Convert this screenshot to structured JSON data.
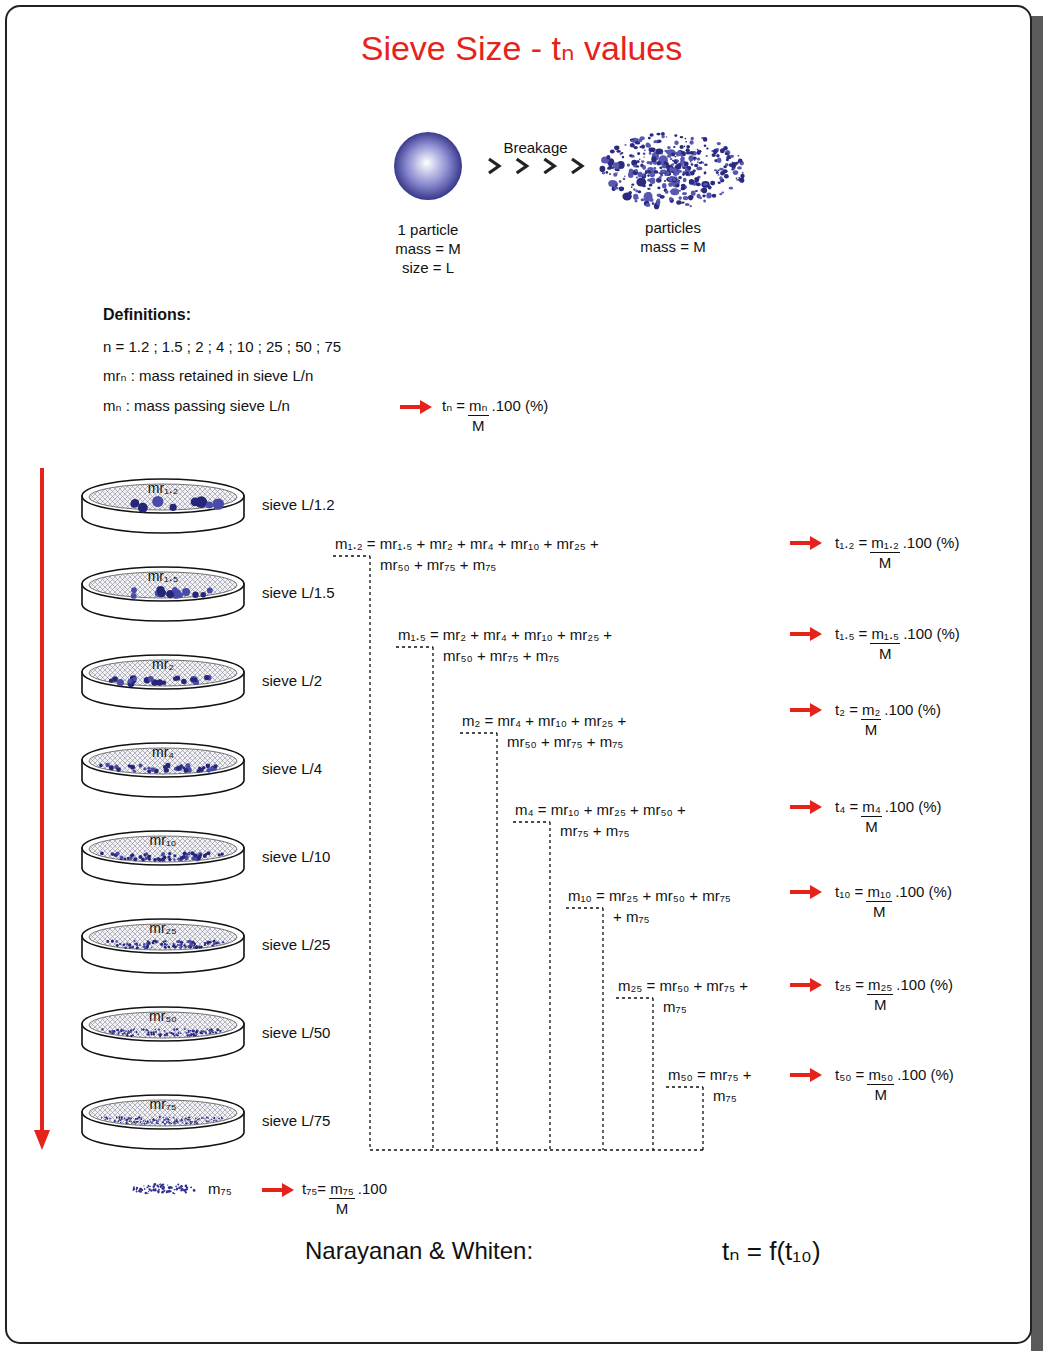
{
  "diagram": {
    "title": "Sieve Size - tₙ values",
    "nodes": [
      {
        "text": [
          "1 particle mass = M size = L"
        ]
      },
      {
        "text": [
          "particles mass = M"
        ]
      },
      {
        "text": [
          "mr₁.₂",
          "sieve L/1.2"
        ]
      },
      {
        "text": [
          "mr₁.₅",
          "sieve L/1.5"
        ]
      },
      {
        "text": [
          "mr₂",
          "sieve L/2"
        ]
      },
      {
        "text": [
          "mr₄",
          "sieve L/4"
        ]
      },
      {
        "text": [
          "mr₁₀",
          "sieve L/10"
        ]
      },
      {
        "text": [
          "mr₂₅",
          "sieve L/25"
        ]
      },
      {
        "text": [
          "mr₅₀",
          "sieve L/50"
        ]
      },
      {
        "text": [
          "mr₇₅",
          "sieve L/75"
        ]
      },
      {
        "text": [
          "m₇₅"
        ]
      }
    ],
    "edges": [
      {
        "from": 0,
        "to": 1,
        "arrow": "to",
        "label": "Breakage"
      }
    ],
    "labels": [
      "Definitions:",
      "n = 1.2 ; 1.5 ; 2 ; 4 ; 10 ; 25 ; 50 ; 75",
      "mrₙ : mass retained in sieve L/n",
      "mₙ : mass passing sieve L/n",
      "tₙ =",
      "mₙ",
      ".100 (%)",
      "M",
      "m₁.₂ = mr₁.₅ + mr₂ + mr₄ + mr₁₀ + mr₂₅ + mr₅₀ + mr₇₅ + m₇₅",
      "t₁.₂ =",
      "m₁.₂",
      ".100 (%)",
      "M",
      "m₁.₅ = mr₂ + mr₄ + mr₁₀ + mr₂₅ + mr₅₀ + mr₇₅ + m₇₅",
      "t₁.₅ =",
      "m₁.₅",
      ".100 (%)",
      "M",
      "m₂ = mr₄ + mr₁₀ + mr₂₅ + mr₅₀ + mr₇₅ + m₇₅",
      "t₂ =",
      "m₂",
      ".100 (%)",
      "M",
      "m₄ = mr₁₀ + mr₂₅ + mr₅₀ + mr₇₅ + m₇₅",
      "t₄ =",
      "m₄",
      ".100 (%)",
      "M",
      "m₁₀ = mr₂₅ + mr₅₀ + mr₇₅ + m₇₅",
      "t₁₀ =",
      "m₁₀",
      ".100 (%)",
      "M",
      "m₂₅ = mr₅₀ + mr₇₅ + m₇₅",
      "t₂₅ =",
      "m₂₅",
      ".100 (%)",
      "M",
      "m₅₀ = mr₇₅ + m₇₅",
      "t₅₀ =",
      "m₅₀",
      ".100 (%)",
      "M",
      "t₇₅=",
      "m₇₅",
      ".100",
      "M",
      "Narayanan & Whiten:",
      "tₙ = f(t₁₀)"
    ]
  }
}
